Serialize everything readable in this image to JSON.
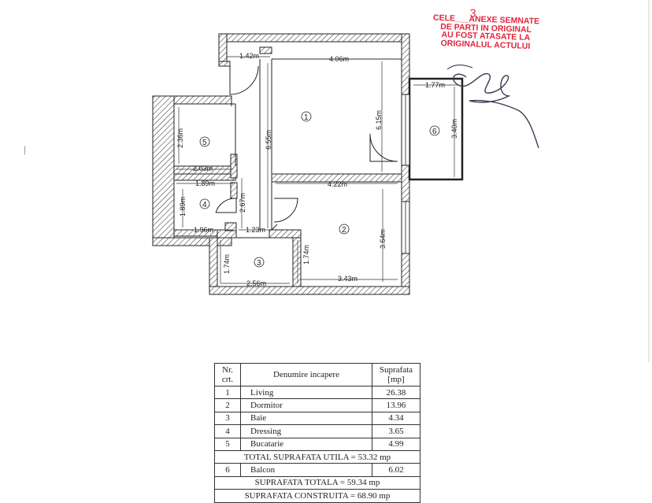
{
  "stamp": {
    "number": "3",
    "lines": [
      "CELE___ANEXE SEMNATE",
      "DE PARTI IN ORIGINAL",
      "AU FOST ATASATE LA",
      "ORIGINALUL ACTULUI"
    ],
    "color": "#e0263a"
  },
  "plan": {
    "rooms": [
      "1",
      "2",
      "3",
      "4",
      "5",
      "6"
    ],
    "dimensions": {
      "d142": "1.42m",
      "d406": "4.06m",
      "d177": "1.77m",
      "d615": "6.15m",
      "d655": "6.55m",
      "d340": "3.40m",
      "d236": "2.36m",
      "d203": "2.03m",
      "d189h": "1.89m",
      "d267": "2.67m",
      "d422": "4.22m",
      "d189v": "1.89m",
      "d196": "1.96m",
      "d123": "1.23m",
      "d364": "3.64m",
      "d174a": "1.74m",
      "d174b": "1.74m",
      "d256": "2.56m",
      "d343": "3.43m"
    }
  },
  "table": {
    "headers": {
      "nr": "Nr. crt.",
      "name": "Denumire incapere",
      "area": "Suprafata [mp]"
    },
    "rows": [
      {
        "nr": "1",
        "name": "Living",
        "area": "26.38"
      },
      {
        "nr": "2",
        "name": "Dormitor",
        "area": "13.96"
      },
      {
        "nr": "3",
        "name": "Baie",
        "area": "4.34"
      },
      {
        "nr": "4",
        "name": "Dressing",
        "area": "3.65"
      },
      {
        "nr": "5",
        "name": "Bucatarie",
        "area": "4.99"
      }
    ],
    "total_util": "TOTAL SUPRAFATA UTILA = 53.32 mp",
    "balcon": {
      "nr": "6",
      "name": "Balcon",
      "area": "6.02"
    },
    "total": "SUPRAFATA TOTALA = 59.34 mp",
    "constructa": "SUPRAFATA CONSTRUITA = 68.90 mp"
  }
}
